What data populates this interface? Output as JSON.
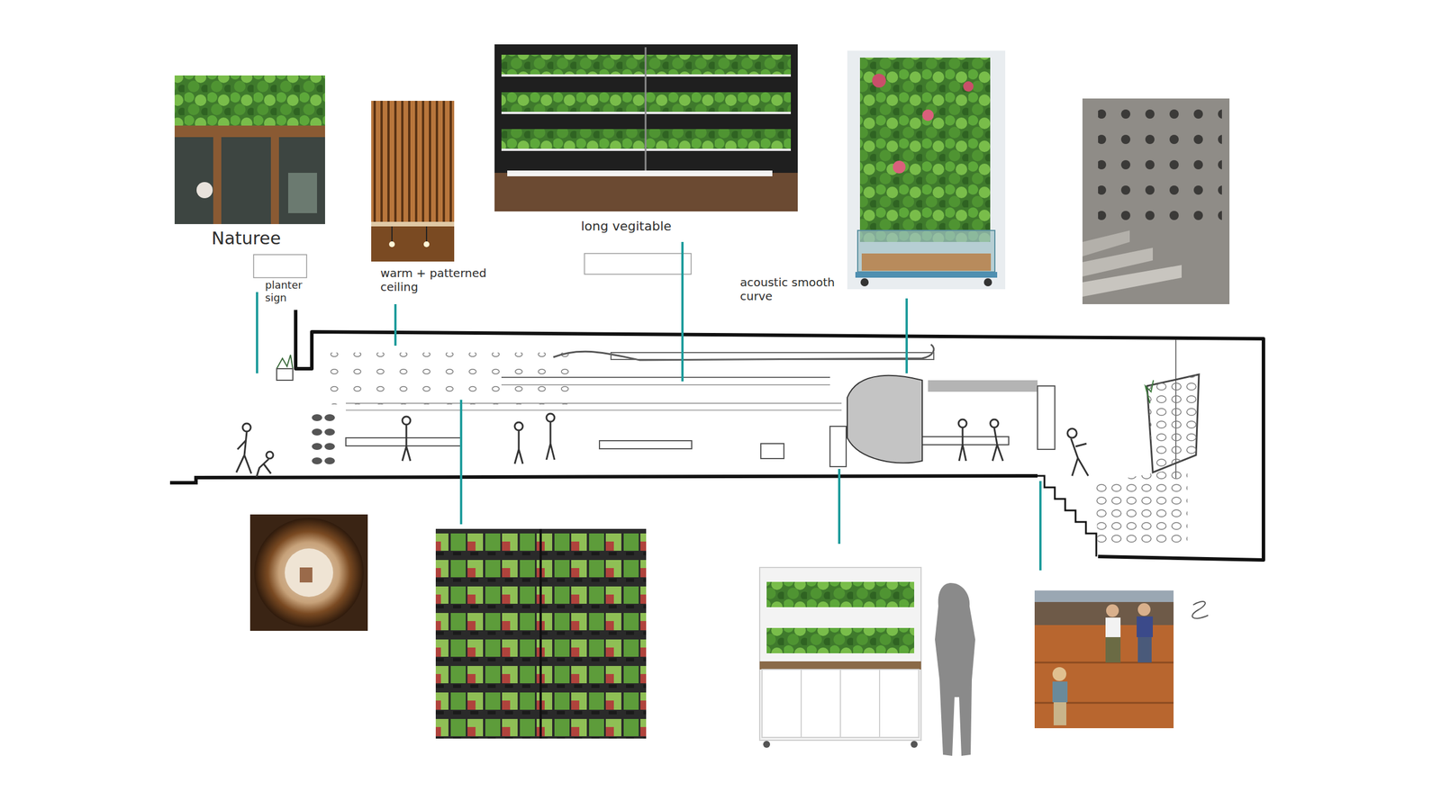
{
  "diagram": {
    "labels": [
      "Naturee",
      "planter sign",
      "warm + patterned ceiling",
      "long vegitable",
      "acoustic smooth curve"
    ]
  }
}
